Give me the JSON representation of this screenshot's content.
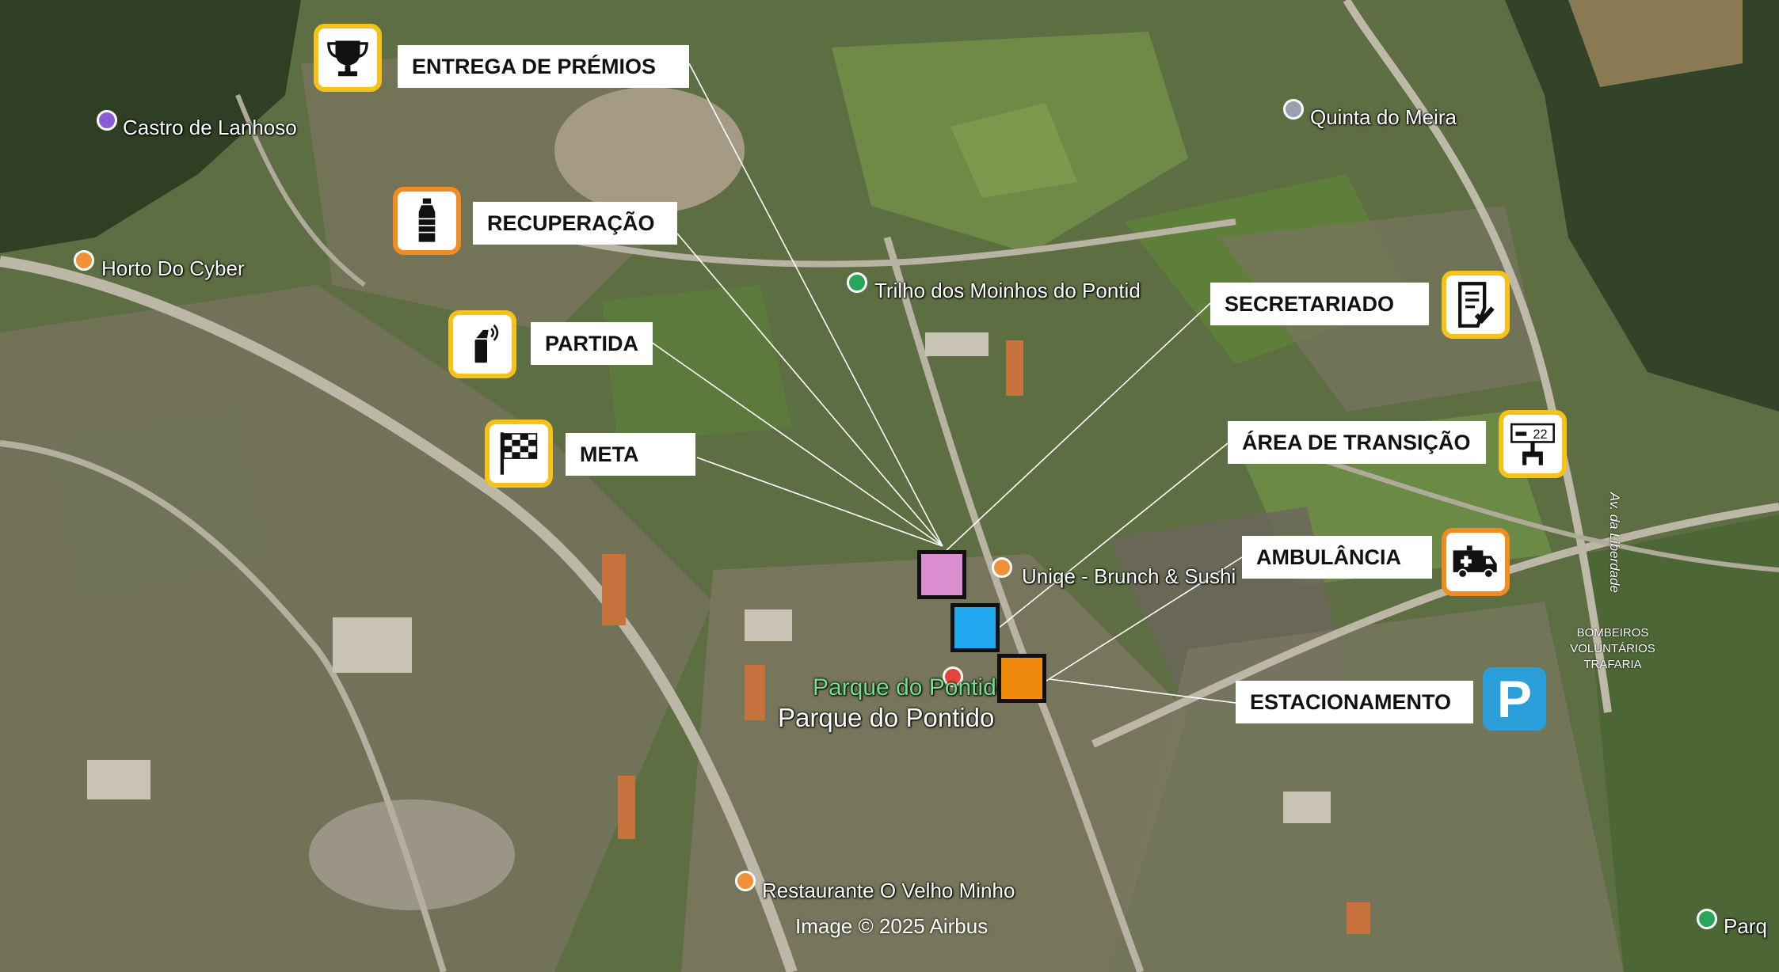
{
  "legend": {
    "entrega_premios": "ENTREGA DE PRÉMIOS",
    "recuperacao": "RECUPERAÇÃO",
    "partida": "PARTIDA",
    "meta": "META",
    "secretariado": "SECRETARIADO",
    "area_transicao": "ÁREA DE TRANSIÇÃO",
    "ambulancia": "AMBULÂNCIA",
    "estacionamento": "ESTACIONAMENTO"
  },
  "icons": {
    "entrega_premios": "trophy-icon",
    "recuperacao": "water-bottle-icon",
    "partida": "starter-horn-icon",
    "meta": "checkered-flag-icon",
    "secretariado": "checklist-icon",
    "area_transicao": "transition-rack-icon",
    "ambulancia": "ambulance-icon",
    "estacionamento": "parking-icon"
  },
  "parking_letter": "P",
  "transition_number": "22",
  "places": {
    "castro": "Castro de Lanhoso",
    "horto": "Horto Do Cyber",
    "trilho": "Trilho dos Moinhos do Pontid",
    "quinta": "Quinta do Meira",
    "unique": "Uniqe - Brunch & Sushi",
    "parque_green": "Parque do Pontido",
    "parque": "Parque do Pontido",
    "restaurante": "Restaurante O Velho Minho",
    "parq_edge": "Parq"
  },
  "road_label": "Av. da Liberdade",
  "bombeiros": [
    "BOMBEIROS",
    "VOLUNTÁRIOS",
    "TRAFARIA"
  ],
  "credit": "Image © 2025 Airbus",
  "colors": {
    "marker_pink": "#d98fd0",
    "marker_blue": "#1fa8ee",
    "marker_orange": "#ef8a0c",
    "icon_border_yellow": "#f6c21a",
    "icon_border_orange": "#f28c1e",
    "parking_blue": "#2b9fd9",
    "pin_purple": "#8c5bd6",
    "pin_orange": "#f0913a",
    "pin_green": "#2aa55a"
  }
}
